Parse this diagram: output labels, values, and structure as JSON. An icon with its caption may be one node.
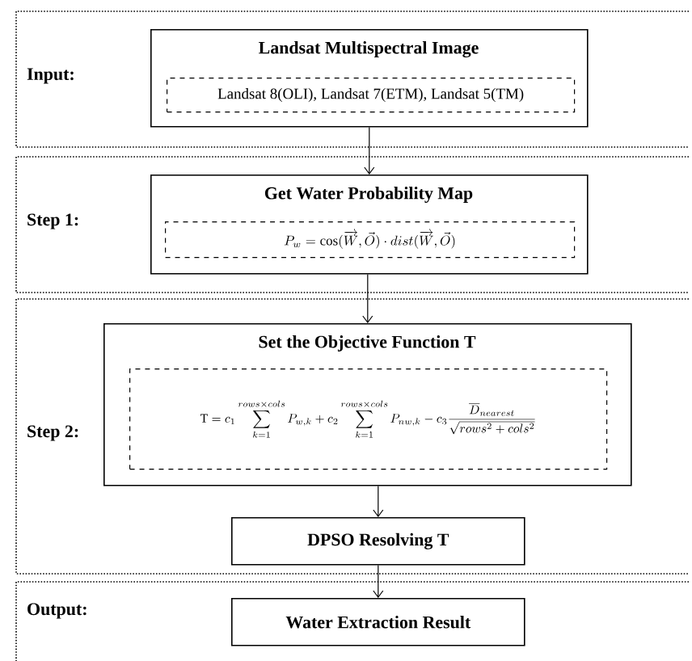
{
  "diagram": {
    "nodes": [
      {
        "text": [
          "Input:"
        ]
      },
      {
        "text": [
          "Landsat Multispectral Image"
        ],
        "in": 0
      },
      {
        "text": [
          "Landsat 8(OLI), Landsat 7(ETM), Landsat 5(TM)"
        ],
        "in": 1
      },
      {
        "text": [
          "Step 1:"
        ]
      },
      {
        "text": [
          "Get Water Probability Map"
        ],
        "in": 3
      },
      {
        "text": [
          "P_w = \\cos(\\overrightarrow{W},\\vec{O}) \\cdot dist(\\overrightarrow{W},\\vec{O})"
        ],
        "in": 4
      },
      {
        "text": [
          "Step 2:"
        ]
      },
      {
        "text": [
          "Set the Objective Function T"
        ],
        "in": 6
      },
      {
        "text": [
          "\\mathrm{T} = c_1 \\sum_{k=1}^{rows\\times cols} P_{w,k} + c_2 \\sum_{k=1}^{rows\\times cols} P_{nw,k} - c_3 \\frac{\\overline{D}_{nearest}}{\\sqrt{rows^2+cols^2}}"
        ],
        "in": 7
      },
      {
        "text": [
          "DPSO Resolving T"
        ],
        "in": 6
      },
      {
        "text": [
          "Output:"
        ]
      },
      {
        "text": [
          "Water Extraction Result"
        ],
        "in": 10
      }
    ],
    "edges": [
      {
        "from": 1,
        "to": 4,
        "arrow": "to"
      },
      {
        "from": 4,
        "to": 7,
        "arrow": "to"
      },
      {
        "from": 7,
        "to": 9,
        "arrow": "to"
      },
      {
        "from": 9,
        "to": 11,
        "arrow": "to"
      }
    ]
  }
}
